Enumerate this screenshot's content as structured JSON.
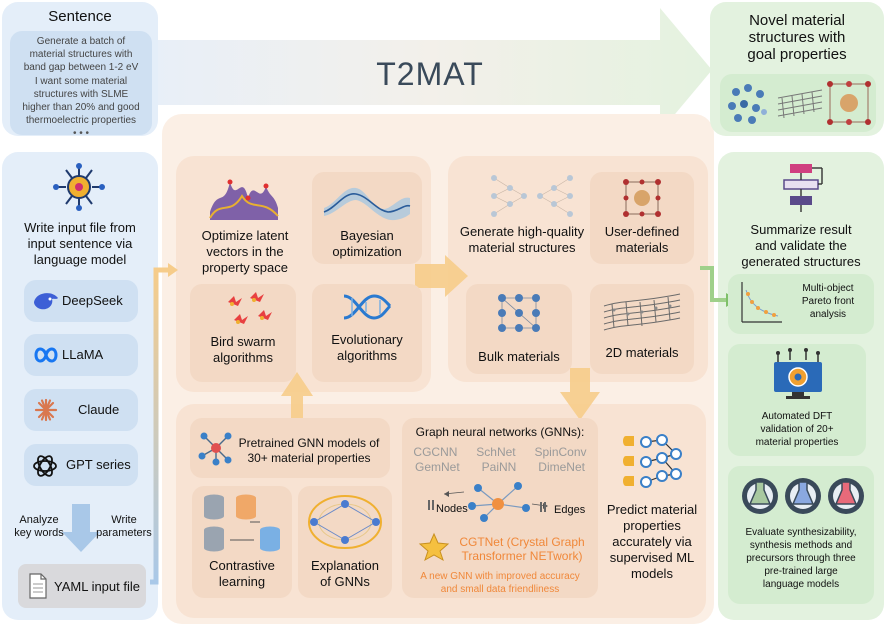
{
  "colors": {
    "blue_panel": "#e4eef9",
    "blue_box": "#d6e6f4",
    "orange_panel": "#fbeee3",
    "orange_box": "#f3d9c5",
    "green_panel": "#e3f2df",
    "green_box": "#d4ecd0",
    "arrow_orange": "#f6cc8a",
    "arrow_blue": "#a9c8e8",
    "accent_orange": "#f0883a"
  },
  "title": "T2MAT",
  "sentence": {
    "heading": "Sentence",
    "lines": [
      "Generate a batch of",
      "material structures with",
      "band gap between 1-2 eV",
      "I want some material",
      "structures with SLME",
      "higher than 20% and good",
      "thermoelectric properties"
    ],
    "ellipsis": "• • •"
  },
  "novel": {
    "lines": [
      "Novel material",
      "structures with",
      "goal properties"
    ]
  },
  "left_column": {
    "write_input": [
      "Write input file from",
      "input sentence via",
      "language model"
    ],
    "models": [
      {
        "label": "DeepSeek",
        "icon": "deepseek-whale-icon"
      },
      {
        "label": "LLaMA",
        "icon": "meta-infinity-icon"
      },
      {
        "label": "Claude",
        "icon": "claude-spark-icon"
      },
      {
        "label": "GPT series",
        "icon": "openai-knot-icon"
      }
    ],
    "analyze": [
      "Analyze",
      "key words"
    ],
    "write_params": [
      "Write",
      "parameters"
    ],
    "yaml": "YAML input file"
  },
  "optimization": {
    "latent": [
      "Optimize latent",
      "vectors in the",
      "property space"
    ],
    "bayesian": [
      "Bayesian",
      "optimization"
    ],
    "bird": [
      "Bird swarm",
      "algorithms"
    ],
    "evolutionary": [
      "Evolutionary",
      "algorithms"
    ]
  },
  "generation": {
    "high_quality": [
      "Generate high-quality",
      "material structures"
    ],
    "user_defined": [
      "User-defined",
      "materials"
    ],
    "bulk": "Bulk materials",
    "two_d": "2D materials"
  },
  "gnn": {
    "pretrained": [
      "Pretrained GNN models of",
      "30+ material properties"
    ],
    "contrastive": [
      "Contrastive",
      "learning"
    ],
    "explanation": [
      "Explanation",
      "of GNNs"
    ],
    "heading": "Graph neural networks (GNNs):",
    "model_rows": [
      [
        "CGCNN",
        "SchNet",
        "SpinConv"
      ],
      [
        "GemNet",
        "PaiNN",
        "DimeNet"
      ]
    ],
    "nodes": "Nodes",
    "edges": "Edges",
    "cgtnet": [
      "CGTNet (Crystal Graph",
      "Transformer NETwork)"
    ],
    "new_gnn": [
      "A new GNN with improved accuracy",
      "and small data friendliness"
    ],
    "predict": [
      "Predict material",
      "properties",
      "accurately via",
      "supervised ML",
      "models"
    ]
  },
  "right_column": {
    "summarize": [
      "Summarize result",
      "and validate the",
      "generated structures"
    ],
    "pareto": [
      "Multi-object",
      "Pareto front",
      "analysis"
    ],
    "dft": [
      "Automated DFT",
      "validation of 20+",
      "material properties"
    ],
    "evaluate": [
      "Evaluate synthesizability,",
      "synthesis methods and",
      "precursors through three",
      "pre-trained large",
      "language models"
    ]
  }
}
